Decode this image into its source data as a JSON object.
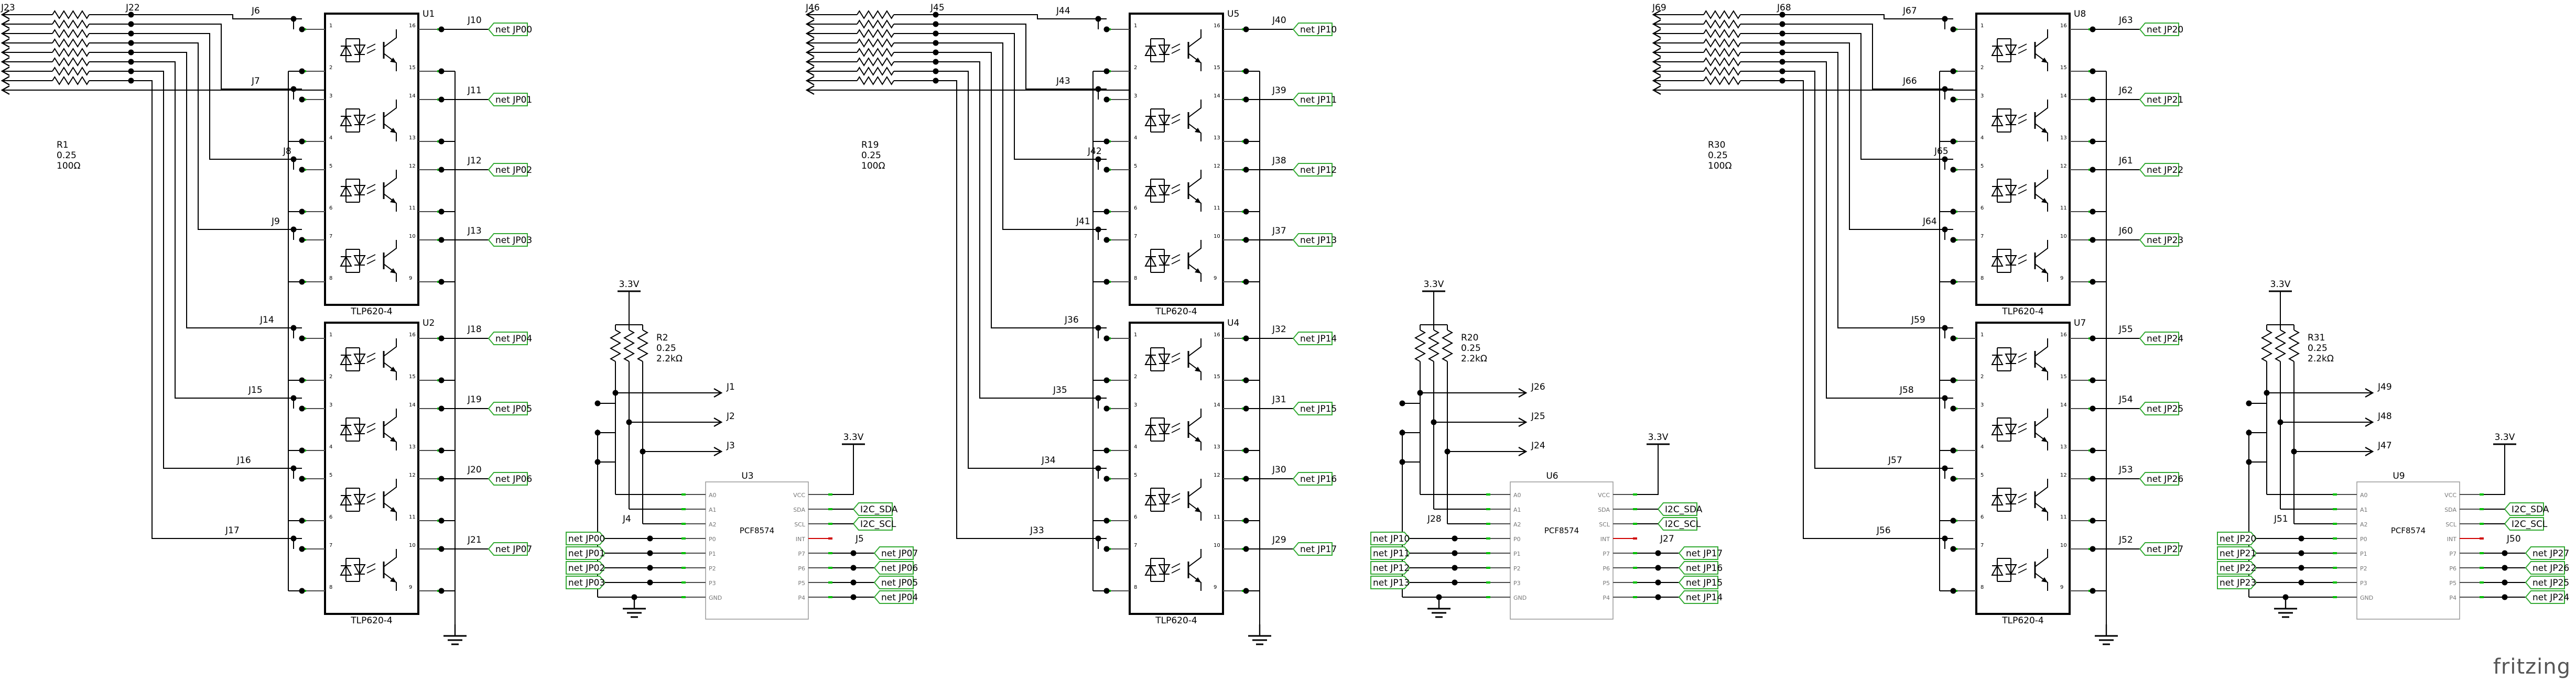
{
  "colors": {
    "wire": "#000000",
    "pin": "#4a4a4a",
    "net_label_bg": "#ffffff",
    "net_label_border": "#33aa33",
    "pin_end": "#00c000",
    "nc_pin": "#d00000",
    "chip_fill": "#ffffff",
    "fritzing": "#555555"
  },
  "blocks": [
    {
      "input_header": "J23",
      "pull_header": "J22",
      "resistor_array": "R1",
      "resistor_spec": [
        "0.25",
        "100Ω"
      ],
      "top_chip": "U1",
      "bot_chip": "U2",
      "chip_part": "TLP620-4",
      "in_jumpers": [
        "J6",
        "J7",
        "J8",
        "J9",
        "J14",
        "J15",
        "J16",
        "J17"
      ],
      "out_jumpers": [
        "J10",
        "J11",
        "J12",
        "J13",
        "J18",
        "J19",
        "J20",
        "J21"
      ],
      "nets": [
        "net JP00",
        "net JP01",
        "net JP02",
        "net JP03",
        "net JP04",
        "net JP05",
        "net JP06",
        "net JP07"
      ],
      "pullup_res": "R2",
      "pullup_spec": [
        "0.25",
        "2.2kΩ"
      ],
      "vcc": "3.3V",
      "addr_jumpers": [
        "J1",
        "J2",
        "J3"
      ],
      "left_header": "J4",
      "right_header": "J5",
      "expander": "U3",
      "expander_part": "PCF8574",
      "sda": "I2C_SDA",
      "scl": "I2C_SCL",
      "left_nets": [
        "net JP00",
        "net JP01",
        "net JP02",
        "net JP03"
      ],
      "right_nets": [
        "net JP07",
        "net JP06",
        "net JP05",
        "net JP04"
      ]
    },
    {
      "input_header": "J46",
      "pull_header": "J45",
      "resistor_array": "R19",
      "resistor_spec": [
        "0.25",
        "100Ω"
      ],
      "top_chip": "U5",
      "bot_chip": "U4",
      "chip_part": "TLP620-4",
      "in_jumpers": [
        "J44",
        "J43",
        "J42",
        "J41",
        "J36",
        "J35",
        "J34",
        "J33"
      ],
      "out_jumpers": [
        "J40",
        "J39",
        "J38",
        "J37",
        "J32",
        "J31",
        "J30",
        "J29"
      ],
      "nets": [
        "net JP10",
        "net JP11",
        "net JP12",
        "net JP13",
        "net JP14",
        "net JP15",
        "net JP16",
        "net JP17"
      ],
      "pullup_res": "R20",
      "pullup_spec": [
        "0.25",
        "2.2kΩ"
      ],
      "vcc": "3.3V",
      "addr_jumpers": [
        "J26",
        "J25",
        "J24"
      ],
      "left_header": "J28",
      "right_header": "J27",
      "expander": "U6",
      "expander_part": "PCF8574",
      "sda": "I2C_SDA",
      "scl": "I2C_SCL",
      "left_nets": [
        "net JP10",
        "net JP11",
        "net JP12",
        "net JP13"
      ],
      "right_nets": [
        "net JP17",
        "net JP16",
        "net JP15",
        "net JP14"
      ]
    },
    {
      "input_header": "J69",
      "pull_header": "J68",
      "resistor_array": "R30",
      "resistor_spec": [
        "0.25",
        "100Ω"
      ],
      "top_chip": "U8",
      "bot_chip": "U7",
      "chip_part": "TLP620-4",
      "in_jumpers": [
        "J67",
        "J66",
        "J65",
        "J64",
        "J59",
        "J58",
        "J57",
        "J56"
      ],
      "out_jumpers": [
        "J63",
        "J62",
        "J61",
        "J60",
        "J55",
        "J54",
        "J53",
        "J52"
      ],
      "nets": [
        "net JP20",
        "net JP21",
        "net JP22",
        "net JP23",
        "net JP24",
        "net JP25",
        "net JP26",
        "net JP27"
      ],
      "pullup_res": "R31",
      "pullup_spec": [
        "0.25",
        "2.2kΩ"
      ],
      "vcc": "3.3V",
      "addr_jumpers": [
        "J49",
        "J48",
        "J47"
      ],
      "left_header": "J51",
      "right_header": "J50",
      "expander": "U9",
      "expander_part": "PCF8574",
      "sda": "I2C_SDA",
      "scl": "I2C_SCL",
      "left_nets": [
        "net JP20",
        "net JP21",
        "net JP22",
        "net JP23"
      ],
      "right_nets": [
        "net JP27",
        "net JP26",
        "net JP25",
        "net JP24"
      ]
    }
  ],
  "expander_pins_left": [
    "A0",
    "A1",
    "A2",
    "P0",
    "P1",
    "P2",
    "P3",
    "GND"
  ],
  "expander_pins_right": [
    "VCC",
    "SDA",
    "SCL",
    "INT",
    "P7",
    "P6",
    "P5",
    "P4"
  ],
  "brand": "fritzing"
}
